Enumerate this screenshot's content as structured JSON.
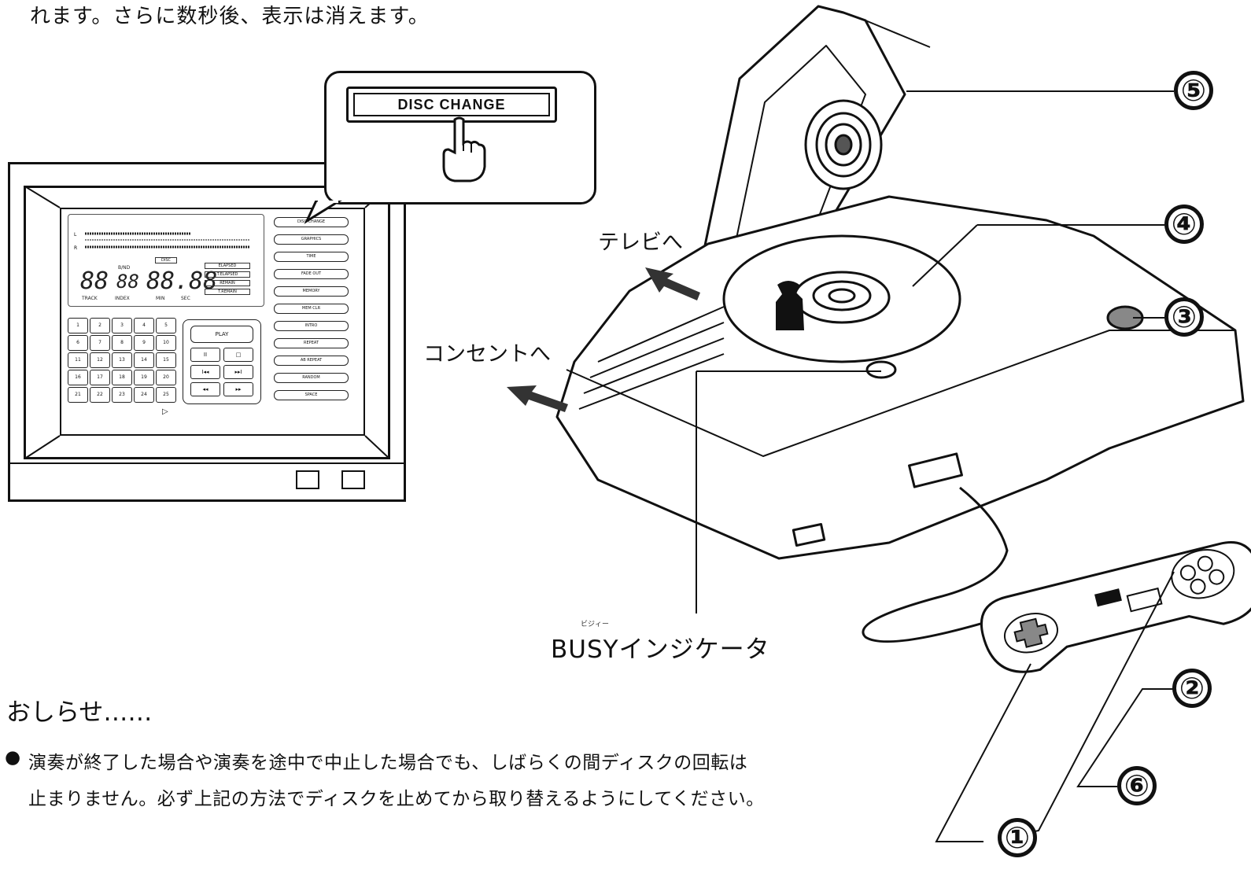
{
  "top_text": "れます。さらに数秒後、表示は消えます。",
  "callout": {
    "button_label": "DISC CHANGE"
  },
  "screen": {
    "disc_label": "DISC",
    "digits_track": "88",
    "digits_index": "88",
    "digits_time": "88.88",
    "small_label": "B/ND",
    "labels": [
      "TRACK",
      "INDEX",
      "MIN",
      "SEC"
    ],
    "time_modes": [
      "ELAPSED",
      "T.ELAPSED",
      "REMAIN",
      "T.REMAIN"
    ],
    "buttons": [
      "DISC CHANGE",
      "GRAPHICS",
      "TIME",
      "FADE OUT",
      "MEMORY",
      "MEM CLR",
      "INTRO",
      "REPEAT",
      "AB REPEAT",
      "RANDOM",
      "SPACE"
    ],
    "number_keys": [
      "1",
      "2",
      "3",
      "4",
      "5",
      "6",
      "7",
      "8",
      "9",
      "10",
      "11",
      "12",
      "13",
      "14",
      "15",
      "16",
      "17",
      "18",
      "19",
      "20",
      "21",
      "22",
      "23",
      "24",
      "25"
    ],
    "play_label": "PLAY",
    "pause_label": "II",
    "stop_label": "□",
    "prev_label": "I◂◂",
    "next_label": "▸▸I",
    "rew_label": "◂◂",
    "ff_label": "▸▸",
    "arrow": "▷"
  },
  "labels": {
    "to_tv": "テレビへ",
    "to_outlet": "コンセントへ",
    "busy_ruby": "ビジィー",
    "busy": "BUSYインジケータ"
  },
  "numbers": [
    "⑤",
    "④",
    "③",
    "②",
    "⑥",
    "①"
  ],
  "notice": {
    "title": "おしらせ……",
    "bullet": "●",
    "line1": "演奏が終了した場合や演奏を途中で中止した場合でも、しばらくの間ディスクの回転は",
    "line2": "止まりません。必ず上記の方法でディスクを止めてから取り替えるようにしてください。"
  }
}
